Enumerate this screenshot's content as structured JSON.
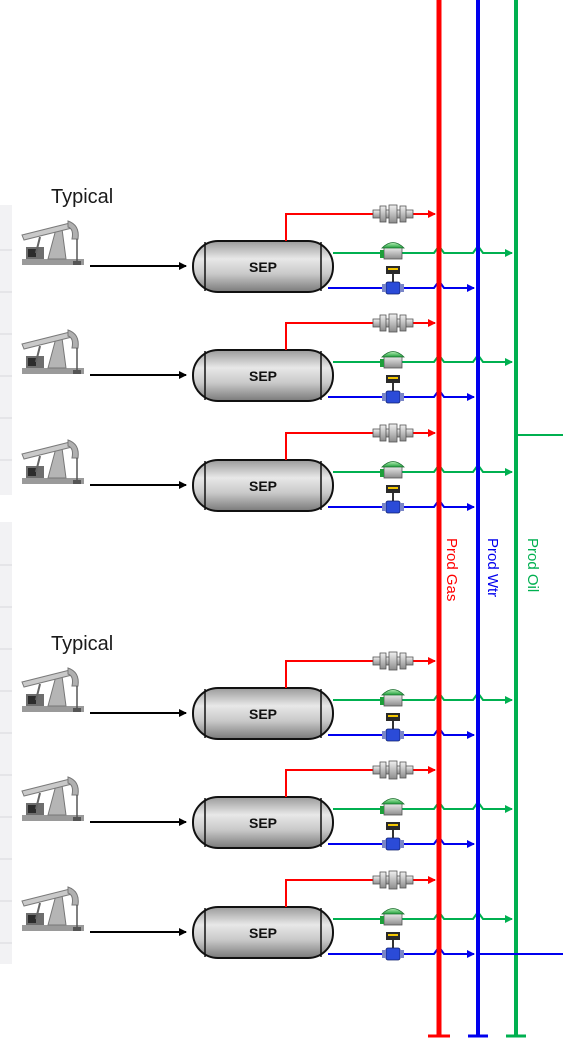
{
  "labels": {
    "typical_top": "Typical",
    "typical_bottom": "Typical",
    "separator": "SEP",
    "prod_gas": "Prod Gas",
    "prod_wtr": "Prod Wtr",
    "prod_oil": "Prod Oil"
  },
  "colors": {
    "gas": "#ff0000",
    "water": "#0000ee",
    "oil": "#00b050"
  },
  "wells": [
    {
      "id": 1
    },
    {
      "id": 2
    },
    {
      "id": 3
    },
    {
      "id": 4
    },
    {
      "id": 5
    },
    {
      "id": 6
    }
  ]
}
